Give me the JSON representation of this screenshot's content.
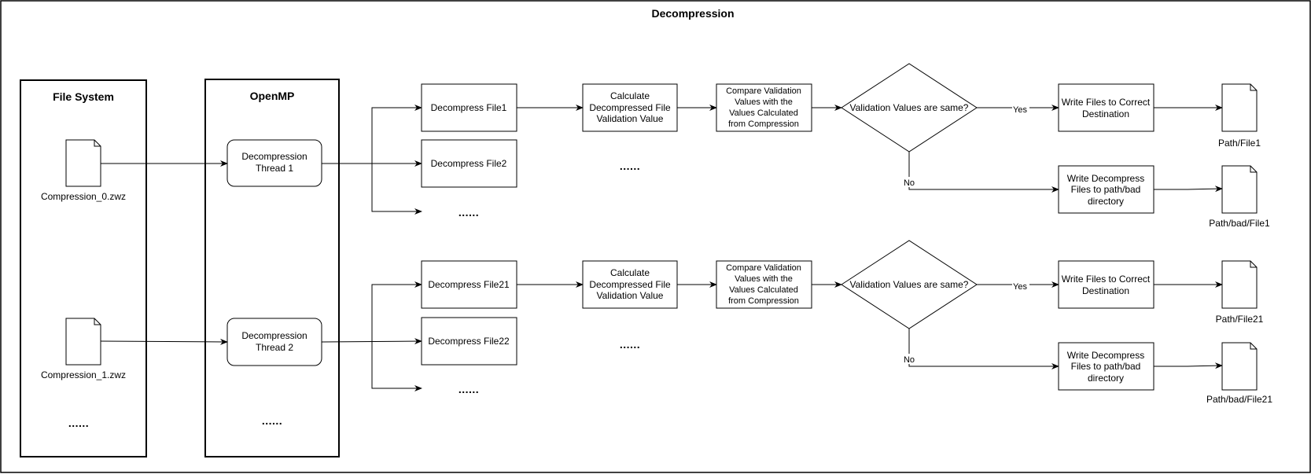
{
  "title": "Decompression",
  "file_system": {
    "title": "File System",
    "files": [
      "Compression_0.zwz",
      "Compression_1.zwz"
    ],
    "more": "......"
  },
  "openmp": {
    "title": "OpenMP",
    "threads": [
      [
        "Decompression",
        "Thread 1"
      ],
      [
        "Decompression",
        "Thread 2"
      ]
    ],
    "more": "......"
  },
  "rows": [
    {
      "decompress": [
        "Decompress File1",
        "Decompress File2"
      ],
      "more_files": "......",
      "more_mid": "......",
      "calculate": [
        "Calculate",
        "Decompressed File",
        "Validation Value"
      ],
      "compare": [
        "Compare Validation",
        "Values with the",
        "Values Calculated",
        "from Compression"
      ],
      "decision": "Validation Values are same?",
      "yes": "Yes",
      "no": "No",
      "write_good": [
        "Write Files to Correct",
        "Destination"
      ],
      "write_bad": [
        "Write Decompress",
        "Files to path/bad",
        "directory"
      ],
      "out_good": "Path/File1",
      "out_bad": "Path/bad/File1"
    },
    {
      "decompress": [
        "Decompress File21",
        "Decompress File22"
      ],
      "more_files": "......",
      "more_mid": "......",
      "calculate": [
        "Calculate",
        "Decompressed File",
        "Validation Value"
      ],
      "compare": [
        "Compare Validation",
        "Values with the",
        "Values Calculated",
        "from Compression"
      ],
      "decision": "Validation Values are same?",
      "yes": "Yes",
      "no": "No",
      "write_good": [
        "Write Files to Correct",
        "Destination"
      ],
      "write_bad": [
        "Write Decompress",
        "Files to path/bad",
        "directory"
      ],
      "out_good": "Path/File21",
      "out_bad": "Path/bad/File21"
    }
  ]
}
